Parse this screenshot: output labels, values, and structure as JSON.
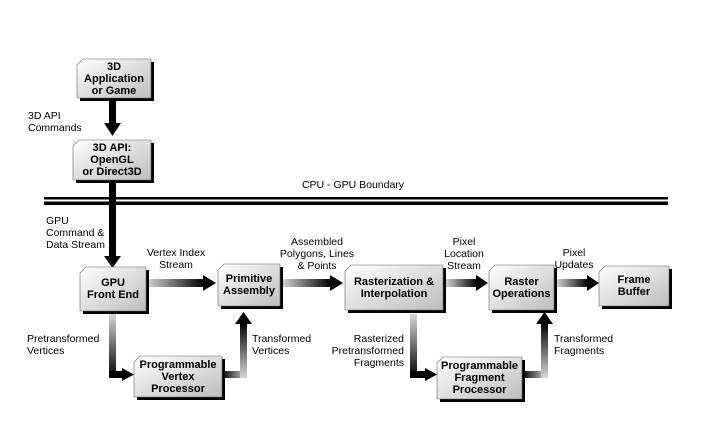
{
  "nodes": {
    "app": "3D\nApplication\nor Game",
    "api": "3D API:\nOpenGL\nor Direct3D",
    "front_end": "GPU\nFront End",
    "primitive": "Primitive\nAssembly",
    "raster_interp": "Rasterization &\nInterpolation",
    "raster_ops": "Raster\nOperations",
    "frame_buffer": "Frame Buffer",
    "vertex_proc": "Programmable\nVertex Processor",
    "fragment_proc": "Programmable\nFragment\nProcessor"
  },
  "labels": {
    "api_commands": "3D API\nCommands",
    "boundary": "CPU - GPU Boundary",
    "gpu_stream": "GPU\nCommand &\nData Stream",
    "vertex_index": "Vertex Index\nStream",
    "assembled": "Assembled\nPolygons, Lines\n& Points",
    "pixel_location": "Pixel\nLocation\nStream",
    "pixel_updates": "Pixel\nUpdates",
    "pretransformed_vertices": "Pretransformed\nVertices",
    "transformed_vertices": "Transformed\nVertices",
    "rasterized": "Rasterized\nPretransformed\nFragments",
    "transformed_fragments": "Transformed\nFragments"
  }
}
